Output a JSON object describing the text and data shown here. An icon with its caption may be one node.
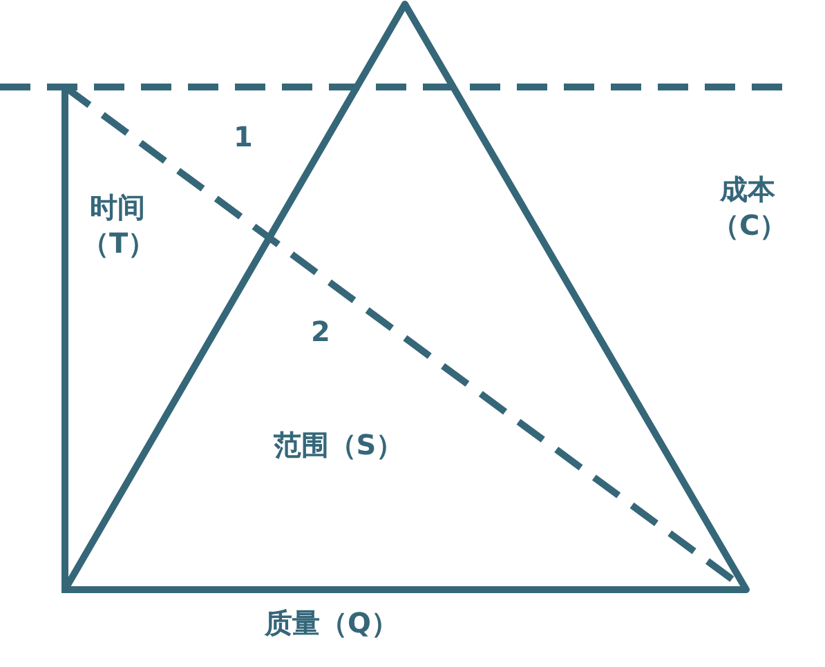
{
  "diagram": {
    "labels": [
      "1",
      "时间（T）",
      "成本（C）",
      "2",
      "范围（S）",
      "质量（Q）"
    ]
  }
}
